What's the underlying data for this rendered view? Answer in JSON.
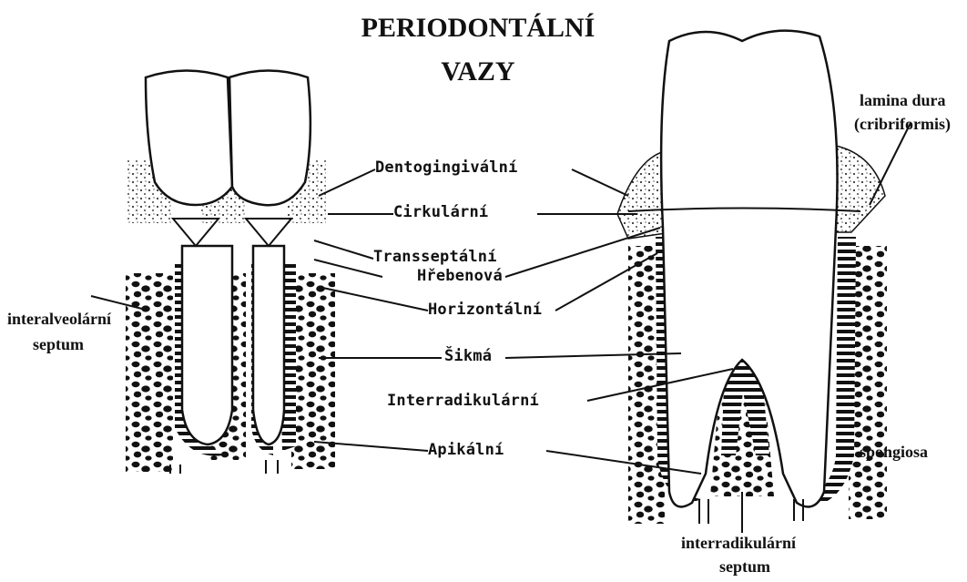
{
  "title": {
    "line1": "PERIODONTÁLNÍ",
    "line2": "VAZY"
  },
  "ligaments": [
    "Dentogingivální",
    "Cirkulární",
    "Transseptální",
    "Hřebenová",
    "Horizontální",
    "Šikmá",
    "Interradikulární",
    "Apikální"
  ],
  "left_labels": {
    "septum_line1": "interalveolární",
    "septum_line2": "septum"
  },
  "right_labels": {
    "lamina_line1": "lamina dura",
    "lamina_line2": "(cribriformis)",
    "spongiosa": "spongiosa",
    "interrad_line1": "interradikulární",
    "interrad_line2": "septum"
  },
  "colors": {
    "ink": "#111111",
    "paper": "#ffffff"
  }
}
